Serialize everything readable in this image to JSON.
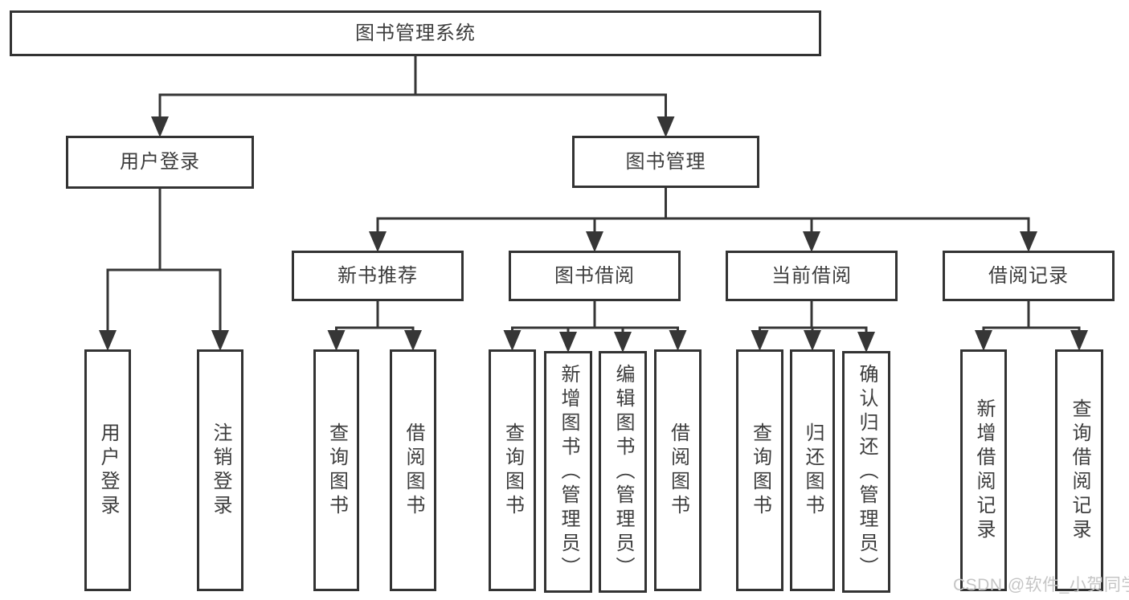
{
  "diagram": {
    "title": "图书管理系统",
    "nodes": [
      {
        "id": "root",
        "label": "图书管理系统",
        "parent": null
      },
      {
        "id": "user-login",
        "label": "用户登录",
        "parent": "root"
      },
      {
        "id": "book-mgmt",
        "label": "图书管理",
        "parent": "root"
      },
      {
        "id": "login",
        "label": "用户登录",
        "parent": "user-login"
      },
      {
        "id": "logout",
        "label": "注销登录",
        "parent": "user-login"
      },
      {
        "id": "new-book-rec",
        "label": "新书推荐",
        "parent": "book-mgmt"
      },
      {
        "id": "book-borrow",
        "label": "图书借阅",
        "parent": "book-mgmt"
      },
      {
        "id": "current-borrow",
        "label": "当前借阅",
        "parent": "book-mgmt"
      },
      {
        "id": "borrow-records",
        "label": "借阅记录",
        "parent": "book-mgmt"
      },
      {
        "id": "rec-query-book",
        "label": "查询图书",
        "parent": "new-book-rec"
      },
      {
        "id": "rec-borrow-book",
        "label": "借阅图书",
        "parent": "new-book-rec"
      },
      {
        "id": "bb-query-book",
        "label": "查询图书",
        "parent": "book-borrow"
      },
      {
        "id": "bb-add-book",
        "label": "新增图书（管理员）",
        "parent": "book-borrow"
      },
      {
        "id": "bb-edit-book",
        "label": "编辑图书（管理员）",
        "parent": "book-borrow"
      },
      {
        "id": "bb-borrow-book",
        "label": "借阅图书",
        "parent": "book-borrow"
      },
      {
        "id": "cb-query-book",
        "label": "查询图书",
        "parent": "current-borrow"
      },
      {
        "id": "cb-return-book",
        "label": "归还图书",
        "parent": "current-borrow"
      },
      {
        "id": "cb-confirm-return",
        "label": "确认归还（管理员）",
        "parent": "current-borrow"
      },
      {
        "id": "br-add-record",
        "label": "新增借阅记录",
        "parent": "borrow-records"
      },
      {
        "id": "br-query-record",
        "label": "查询借阅记录",
        "parent": "borrow-records"
      }
    ]
  },
  "watermark": {
    "text": "CSDN @软件_小贺同学"
  },
  "colors": {
    "line": "#363636",
    "box_border": "#333333",
    "text": "#3d3d3d",
    "background": "#ffffff",
    "watermark": "#c5c5c5"
  }
}
